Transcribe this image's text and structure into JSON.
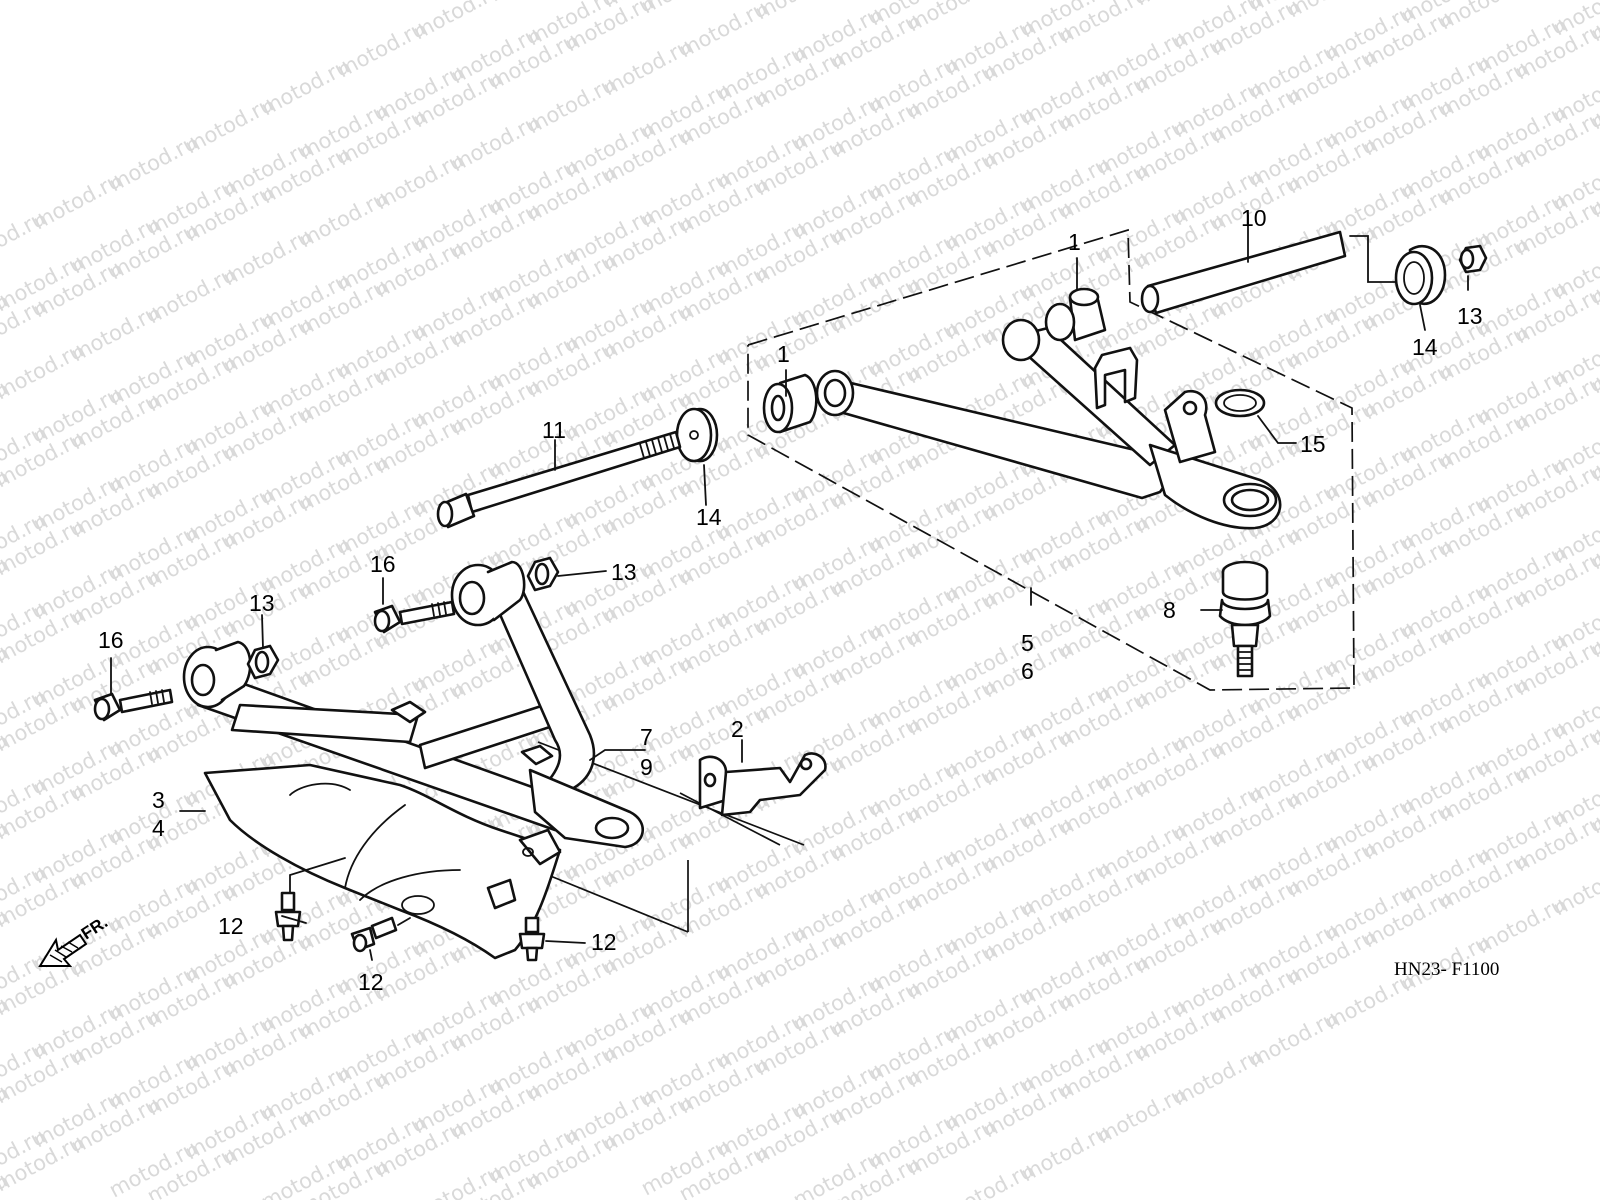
{
  "watermark": "motod.ru",
  "diagram_code": "HN23- F1100",
  "direction_marker": "FR.",
  "callouts": [
    {
      "id": "c1a",
      "text": "1"
    },
    {
      "id": "c1b",
      "text": "1"
    },
    {
      "id": "c2",
      "text": "2"
    },
    {
      "id": "c3",
      "text": "3"
    },
    {
      "id": "c4",
      "text": "4"
    },
    {
      "id": "c5",
      "text": "5"
    },
    {
      "id": "c6",
      "text": "6"
    },
    {
      "id": "c7",
      "text": "7"
    },
    {
      "id": "c8",
      "text": "8"
    },
    {
      "id": "c9",
      "text": "9"
    },
    {
      "id": "c10",
      "text": "10"
    },
    {
      "id": "c11",
      "text": "11"
    },
    {
      "id": "c12a",
      "text": "12"
    },
    {
      "id": "c12b",
      "text": "12"
    },
    {
      "id": "c12c",
      "text": "12"
    },
    {
      "id": "c13a",
      "text": "13"
    },
    {
      "id": "c13b",
      "text": "13"
    },
    {
      "id": "c13c",
      "text": "13"
    },
    {
      "id": "c14a",
      "text": "14"
    },
    {
      "id": "c14b",
      "text": "14"
    },
    {
      "id": "c15",
      "text": "15"
    },
    {
      "id": "c16a",
      "text": "16"
    },
    {
      "id": "c16b",
      "text": "16"
    }
  ]
}
